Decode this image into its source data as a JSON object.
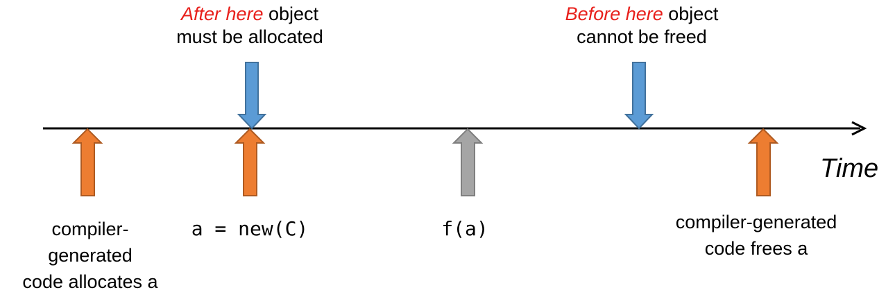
{
  "timeline": {
    "axis_label": "Time",
    "callouts": [
      {
        "highlight": "After here",
        "rest_line1": " object",
        "line2": "must be allocated"
      },
      {
        "highlight": "Before here",
        "rest_line1": " object",
        "line2": "cannot be freed"
      }
    ],
    "events": [
      {
        "lines": [
          "compiler-",
          "generated",
          "code allocates a"
        ]
      },
      {
        "code": "a = new(C)"
      },
      {
        "code": "f(a)"
      },
      {
        "lines": [
          "compiler-generated",
          "code frees a"
        ]
      }
    ]
  },
  "colors": {
    "orange_arrow": "#ed7d31",
    "orange_stroke": "#ae5a21",
    "blue_arrow": "#5b9bd5",
    "blue_stroke": "#41719c",
    "gray_arrow": "#a5a5a5",
    "gray_stroke": "#7f7f7f",
    "highlight_text": "#e8201c"
  }
}
